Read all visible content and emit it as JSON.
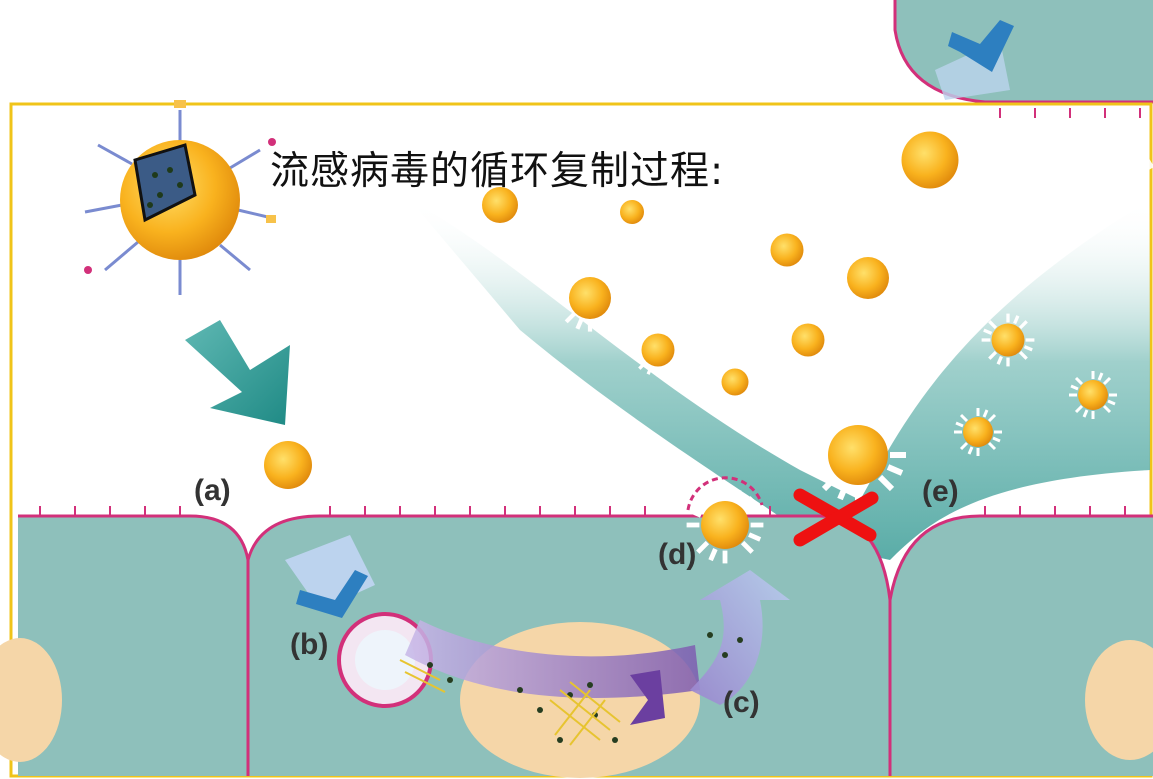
{
  "title": "流感病毒的循环复制过程:",
  "labels": {
    "a": "(a)",
    "b": "(b)",
    "c": "(c)",
    "d": "(d)",
    "e": "(e)"
  },
  "colors": {
    "frame": "#f0c419",
    "cell_fill": "#8ec0bb",
    "nucleus": "#f5d6a8",
    "membrane": "#d2307a",
    "virus_core": "#f7a814",
    "flow_gradient": "#3d9e98",
    "block_mark": "#ee1111"
  }
}
